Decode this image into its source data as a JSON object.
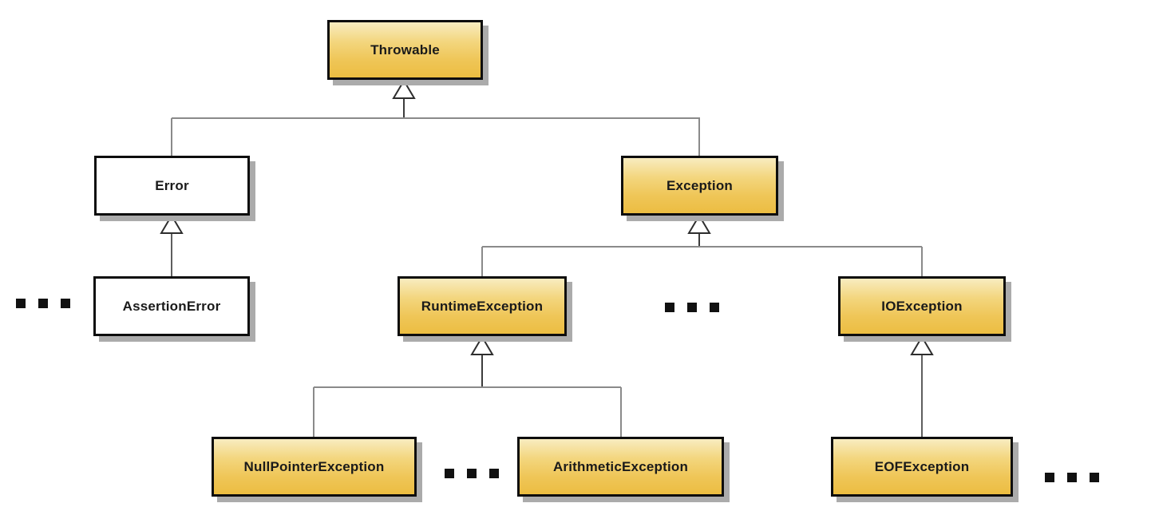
{
  "diagram": {
    "type": "uml-class-inheritance-hierarchy",
    "ellipsis_label": "...",
    "nodes": {
      "throwable": {
        "label": "Throwable",
        "fill": "gold"
      },
      "error": {
        "label": "Error",
        "fill": "white"
      },
      "exception": {
        "label": "Exception",
        "fill": "gold"
      },
      "assertion_error": {
        "label": "AssertionError",
        "fill": "white"
      },
      "runtime_exception": {
        "label": "RuntimeException",
        "fill": "gold"
      },
      "io_exception": {
        "label": "IOException",
        "fill": "gold"
      },
      "null_pointer_exception": {
        "label": "NullPointerException",
        "fill": "gold"
      },
      "arithmetic_exception": {
        "label": "ArithmeticException",
        "fill": "gold"
      },
      "eof_exception": {
        "label": "EOFException",
        "fill": "gold"
      }
    },
    "edges": [
      {
        "from": "Error",
        "to": "Throwable",
        "type": "extends"
      },
      {
        "from": "Exception",
        "to": "Throwable",
        "type": "extends"
      },
      {
        "from": "AssertionError",
        "to": "Error",
        "type": "extends"
      },
      {
        "from": "RuntimeException",
        "to": "Exception",
        "type": "extends"
      },
      {
        "from": "IOException",
        "to": "Exception",
        "type": "extends"
      },
      {
        "from": "NullPointerException",
        "to": "RuntimeException",
        "type": "extends"
      },
      {
        "from": "ArithmeticException",
        "to": "RuntimeException",
        "type": "extends"
      },
      {
        "from": "EOFException",
        "to": "IOException",
        "type": "extends"
      }
    ],
    "colors": {
      "node_gold_top": "#F8ECC0",
      "node_gold_bottom": "#ECBD41",
      "node_white": "#FFFFFF",
      "node_border": "#0D0D0D",
      "node_shadow": "#ABABAB",
      "connector_gray": "#8A8A8A",
      "connector_dark": "#3C3C3C",
      "text": "#1A1A1A",
      "background": "#FFFFFF"
    }
  }
}
